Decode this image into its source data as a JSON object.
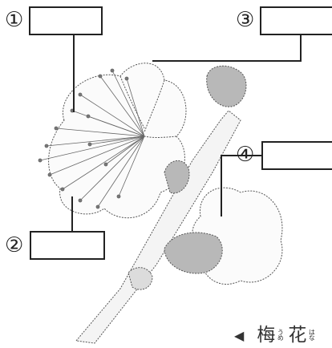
{
  "labels": [
    {
      "marker": "①"
    },
    {
      "marker": "②"
    },
    {
      "marker": "③"
    },
    {
      "marker": "④"
    }
  ],
  "caption": {
    "arrow": "◀",
    "kanji_1": "梅",
    "ruby_1": "うめ",
    "kanji_2": "花",
    "ruby_2": "はな"
  }
}
